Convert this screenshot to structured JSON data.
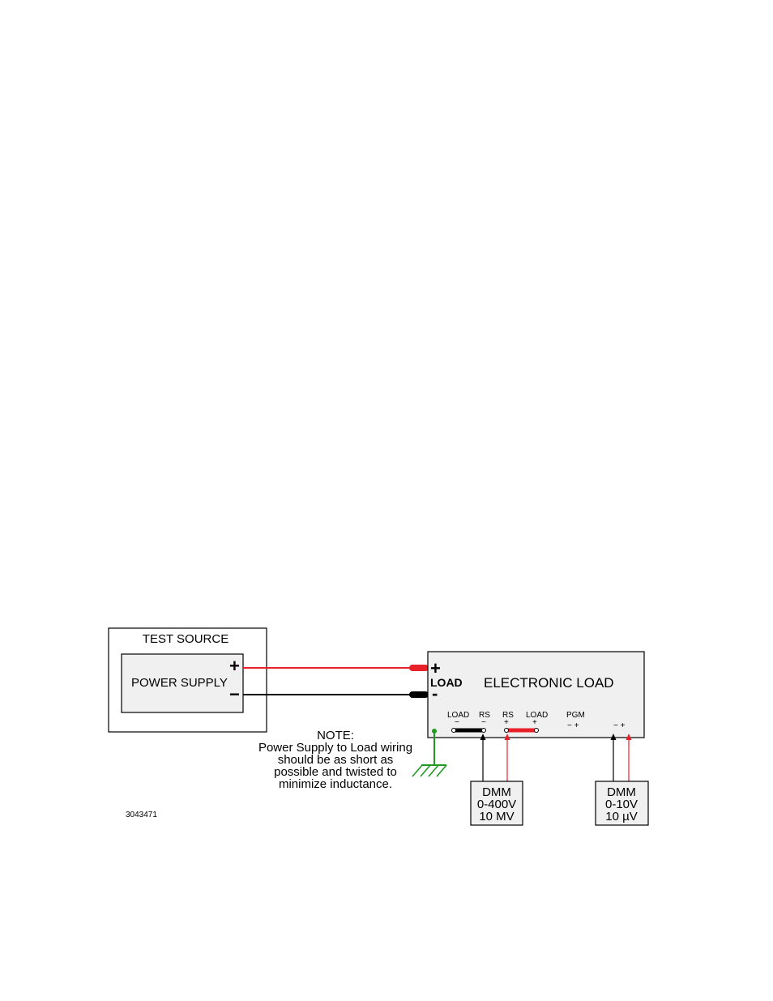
{
  "test_source": {
    "title": "TEST SOURCE"
  },
  "power_supply": {
    "label": "POWER SUPPLY",
    "plus": "+",
    "minus": "−"
  },
  "electronic_load": {
    "title": "ELECTRONIC LOAD",
    "terminal_label": "LOAD",
    "plus": "+",
    "minus": "-",
    "rear_terminals": [
      {
        "name": "LOAD",
        "polarity": "−"
      },
      {
        "name": "RS",
        "polarity": "−"
      },
      {
        "name": "RS",
        "polarity": "+"
      },
      {
        "name": "LOAD",
        "polarity": "+"
      },
      {
        "name": "PGM",
        "polarity": "−  +"
      },
      {
        "name": "",
        "polarity": "−  +"
      }
    ]
  },
  "note": {
    "heading": "NOTE:",
    "lines": [
      "Power Supply to Load wiring",
      "should be as short as",
      "possible and twisted to",
      "minimize inductance."
    ]
  },
  "dmm_1": {
    "lines": [
      "DMM",
      "0-400V",
      "10 MV"
    ]
  },
  "dmm_2": {
    "lines": [
      "DMM",
      "0-10V",
      "10 µV"
    ]
  },
  "figure_id": "3043471",
  "colors": {
    "positive_wire": "#e8202a",
    "negative_wire": "#000000",
    "ground": "#1f9a1f"
  }
}
